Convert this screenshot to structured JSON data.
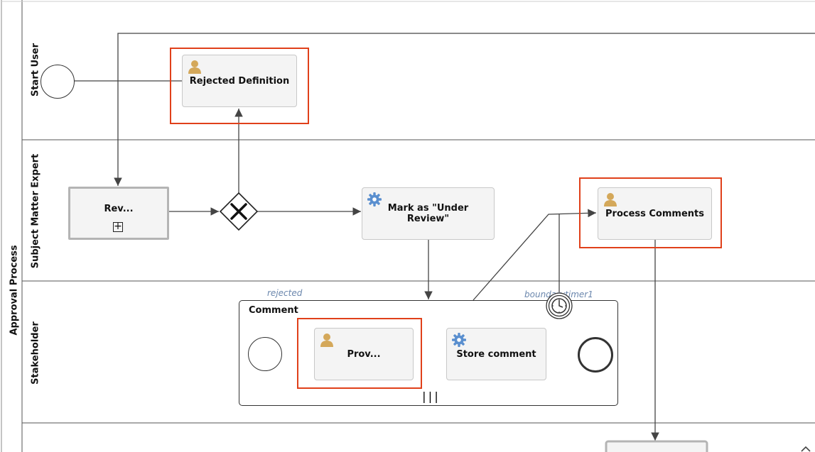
{
  "pool": {
    "label": "Approval Process"
  },
  "lanes": [
    {
      "id": "start-user",
      "label": "Start User"
    },
    {
      "id": "sme",
      "label": "Subject Matter Expert"
    },
    {
      "id": "stakeholder",
      "label": "Stakeholder"
    }
  ],
  "tasks": {
    "rejected_definition": {
      "label": "Rejected Definition",
      "type": "user-icon"
    },
    "review": {
      "label": "Rev...",
      "type": "collapsed-subprocess"
    },
    "mark_under_review": {
      "label": "Mark as \"Under Review\"",
      "type": "gear-icon"
    },
    "process_comments": {
      "label": "Process Comments",
      "type": "user-icon"
    },
    "provide": {
      "label": "Prov...",
      "type": "user-icon"
    },
    "store_comment": {
      "label": "Store comment",
      "type": "gear-icon"
    }
  },
  "subprocess": {
    "title": "Comment",
    "marker": "|||"
  },
  "flow_labels": {
    "rejected": "rejected",
    "boundary_timer": "boundarytimer1"
  },
  "colors": {
    "highlight": "#e0401a",
    "user_icon": "#d4a85a",
    "gear_icon": "#5a8fcf",
    "flow_label": "#6b87ad"
  }
}
